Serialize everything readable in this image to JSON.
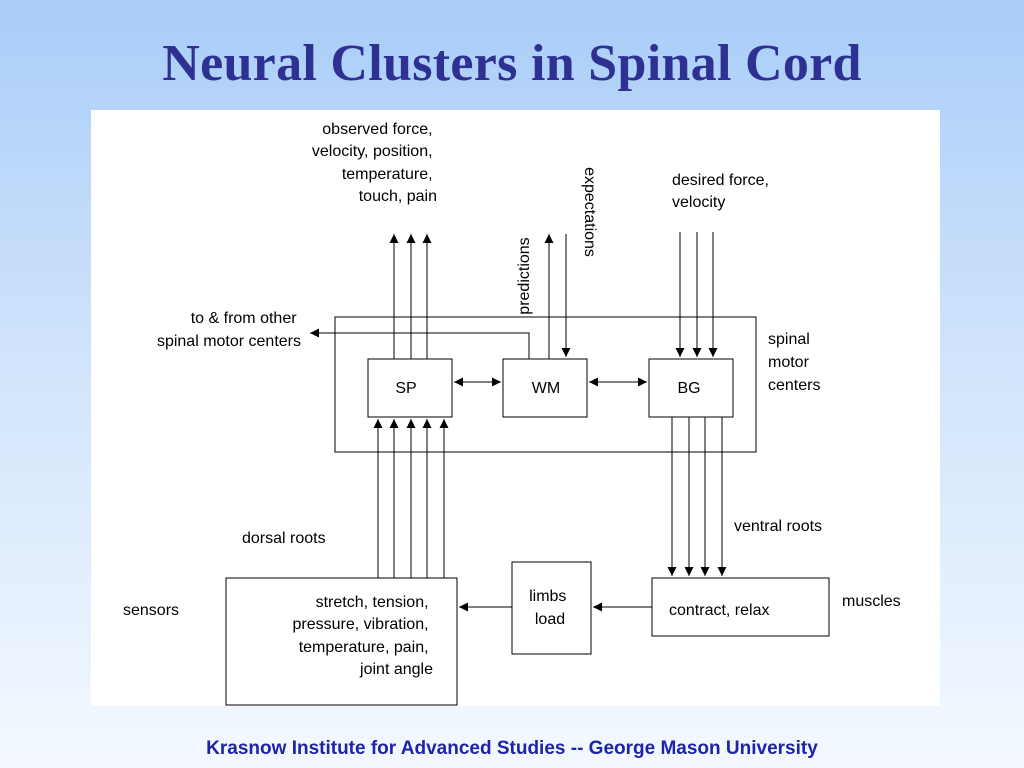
{
  "slide": {
    "title": "Neural Clusters in Spinal Cord",
    "footer": "Krasnow Institute for Advanced Studies  -- George Mason University"
  },
  "diagram": {
    "observed_label": [
      "observed force,",
      "velocity, position,",
      "temperature,",
      "touch, pain"
    ],
    "predictions_label": "predictions",
    "expectations_label": "expectations",
    "desired_label": [
      "desired force,",
      "velocity"
    ],
    "other_centers_label": [
      "to & from other",
      "spinal motor centers"
    ],
    "spinal_centers_label": [
      "spinal",
      "motor",
      "centers"
    ],
    "sp_label": "SP",
    "wm_label": "WM",
    "bg_label": "BG",
    "dorsal_roots_label": "dorsal roots",
    "ventral_roots_label": "ventral roots",
    "sensors_label": "sensors",
    "sensors_box_label": [
      "stretch, tension,",
      "pressure, vibration,",
      "temperature, pain,",
      "joint angle"
    ],
    "limbs_label": [
      "limbs",
      "load"
    ],
    "muscles_box_label": "contract, relax",
    "muscles_label": "muscles"
  }
}
